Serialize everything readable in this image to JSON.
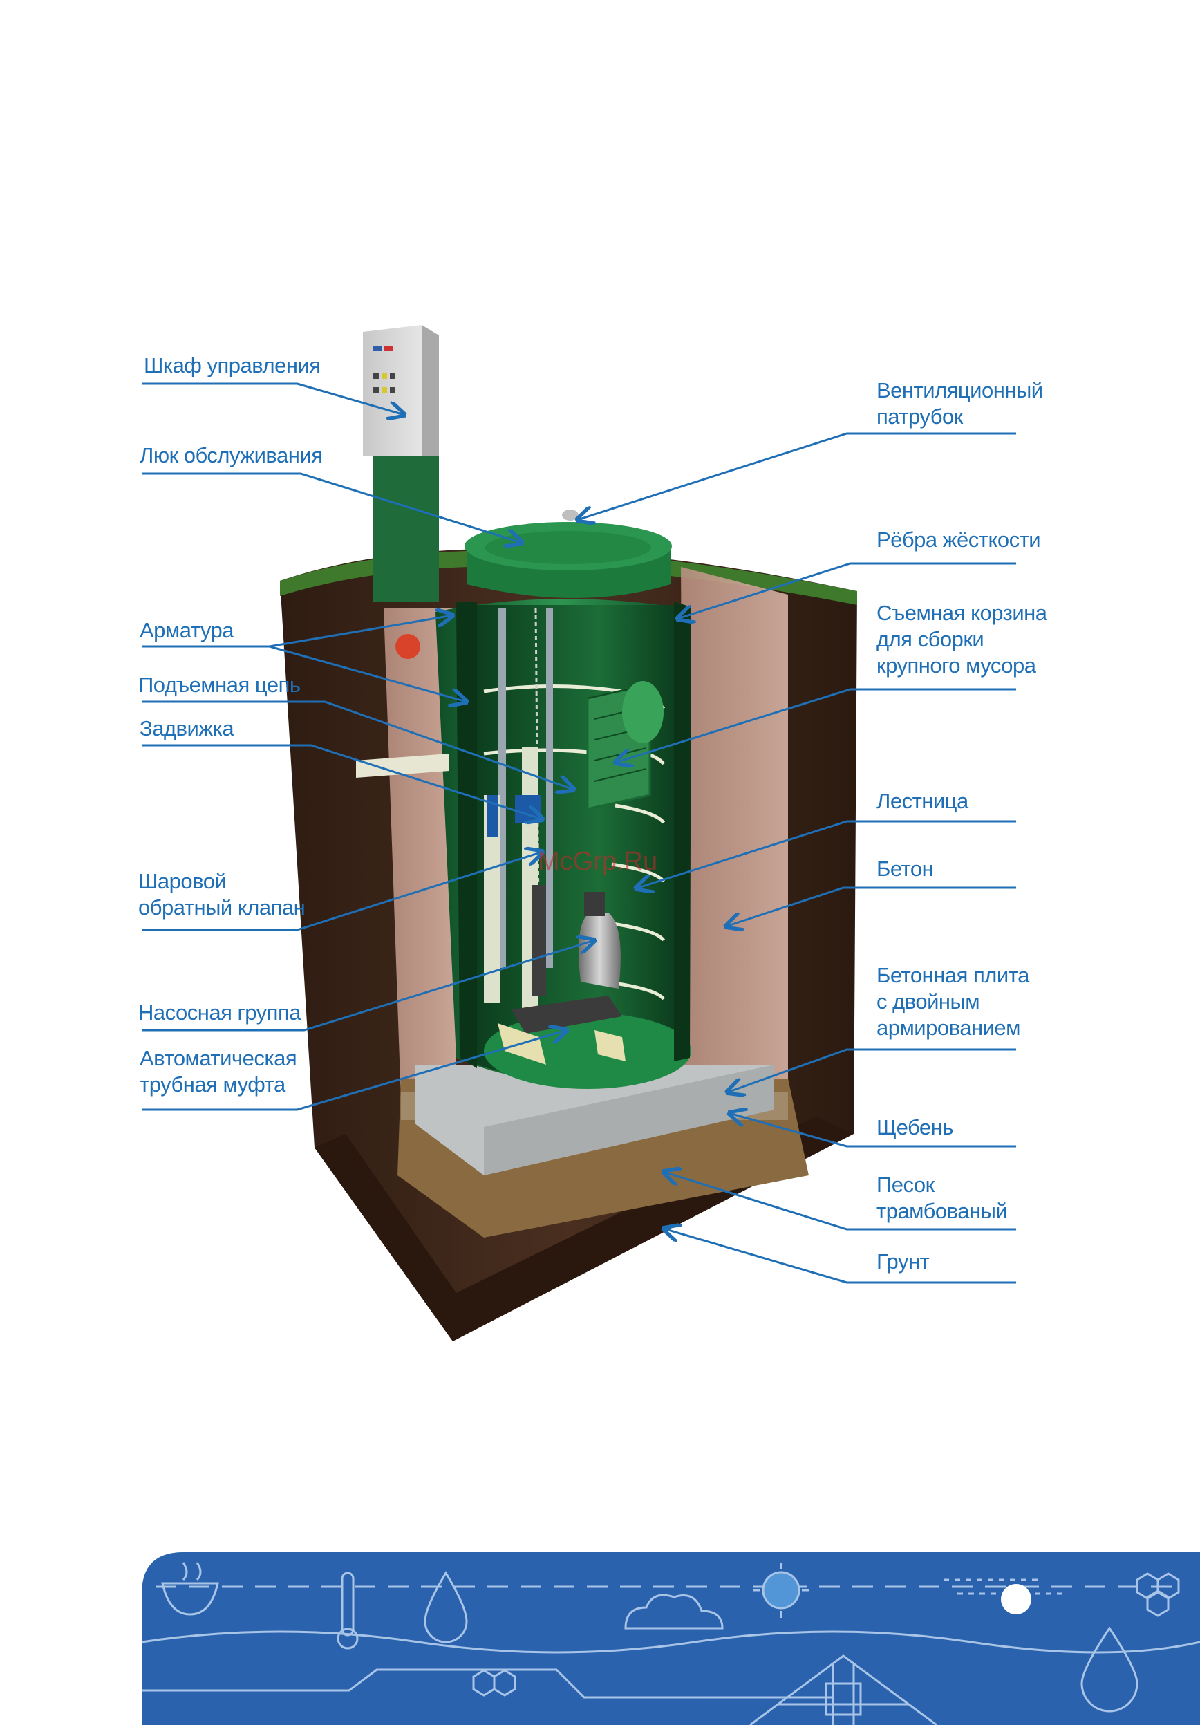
{
  "labels": {
    "control_cabinet": "Шкаф управления",
    "service_hatch": "Люк обслуживания",
    "fittings": "Арматура",
    "lifting_chain": "Подъемная цепь",
    "gate_valve": "Задвижка",
    "ball_check_valve": [
      "Шаровой",
      "обратный клапан"
    ],
    "pump_group": "Насосная группа",
    "auto_pipe_coupling": [
      "Автоматическая",
      "трубная муфта"
    ],
    "vent_pipe": [
      "Вентиляционный",
      "патрубок"
    ],
    "stiffening_ribs": "Рёбра жёсткости",
    "removable_basket": [
      "Съемная корзина",
      "для сборки",
      "крупного мусора"
    ],
    "ladder": "Лестница",
    "concrete": "Бетон",
    "concrete_slab": [
      "Бетонная плита",
      "с двойным",
      "армированием"
    ],
    "gravel": "Щебень",
    "compacted_sand": [
      "Песок",
      "трамбованый"
    ],
    "soil": "Грунт"
  },
  "watermark": "McGrp.Ru",
  "colors": {
    "label_blue": "#1f6fb6",
    "tank_green": "#1e7a3e",
    "soil_brown": "#3a2418",
    "concrete_pink": "#c9a495",
    "banner_blue": "#2a62ad"
  },
  "icons": [
    "control-cabinet-icon",
    "kettle-icon",
    "thermometer-icon",
    "water-drop-icon",
    "sun-icon",
    "cloud-icon",
    "greenhouse-icon",
    "honeycomb-icon"
  ]
}
